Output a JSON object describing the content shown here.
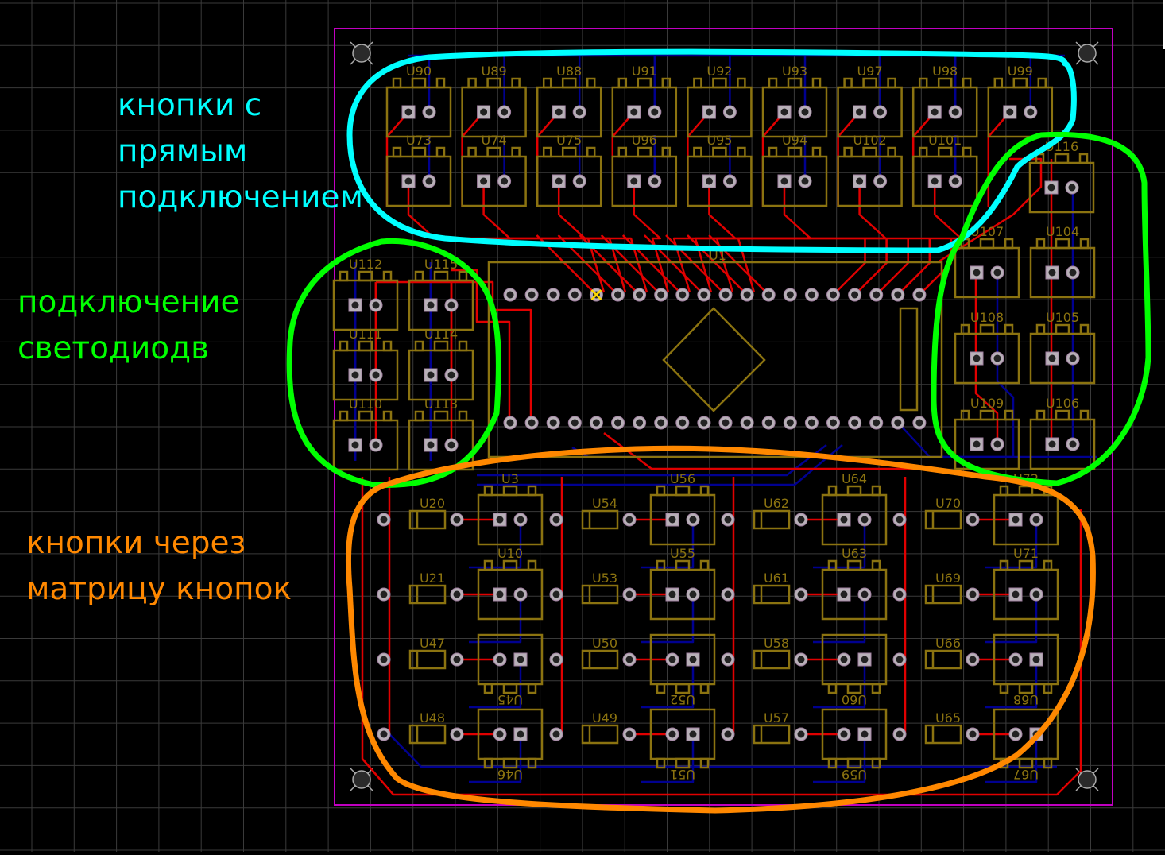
{
  "view": {
    "kind": "pcb-layout-editor",
    "colors": {
      "background": "#000000",
      "grid": "#3a3a3a",
      "board_outline": "#c000c0",
      "silkscreen": "#8b7310",
      "pad_fill": "#b8b0b8",
      "pad_hole": "#222222",
      "top_trace": "#e00000",
      "bottom_trace": "#000090",
      "highlight_pin": "#ffd800"
    }
  },
  "annotations": [
    {
      "id": "direct-buttons",
      "color": "#00ffff",
      "text": "кнопки с\nпрямым\nподключением"
    },
    {
      "id": "led-connection",
      "color": "#00ff00",
      "text": "подключение\nсветодиодв"
    },
    {
      "id": "matrix-buttons",
      "color": "#ff8800",
      "text": "кнопки через\nматрицу кнопок"
    }
  ],
  "board": {
    "mcu": {
      "ref": "U1",
      "pins_per_row": 20,
      "highlighted_pin_index": 4
    },
    "direct_buttons": {
      "row1": [
        "U90",
        "U89",
        "U88",
        "U91",
        "U92",
        "U93",
        "U97",
        "U98",
        "U99"
      ],
      "row2": [
        "U73",
        "U74",
        "U75",
        "U96",
        "U95",
        "U94",
        "U102",
        "U101"
      ]
    },
    "led_left": [
      [
        "U112",
        "U115"
      ],
      [
        "U111",
        "U114"
      ],
      [
        "U110",
        "U113"
      ]
    ],
    "led_right": {
      "top": "U116",
      "grid": [
        [
          "U107",
          "U104"
        ],
        [
          "U108",
          "U105"
        ],
        [
          "U109",
          "U106"
        ]
      ]
    },
    "matrix": {
      "rows": [
        {
          "diodes": [
            "U20",
            "U54",
            "U62",
            "U70"
          ],
          "buttons": [
            "U3",
            "U56",
            "U64",
            "U72"
          ],
          "flipped": false
        },
        {
          "diodes": [
            "U21",
            "U53",
            "U61",
            "U69"
          ],
          "buttons": [
            "U10",
            "U55",
            "U63",
            "U71"
          ],
          "flipped": false
        },
        {
          "diodes": [
            "U47",
            "U50",
            "U58",
            "U66"
          ],
          "buttons": [
            "U45",
            "U52",
            "U60",
            "U68"
          ],
          "flipped": true
        },
        {
          "diodes": [
            "U48",
            "U49",
            "U57",
            "U65"
          ],
          "buttons": [
            "U46",
            "U51",
            "U59",
            "U67"
          ],
          "flipped": true
        }
      ]
    }
  }
}
